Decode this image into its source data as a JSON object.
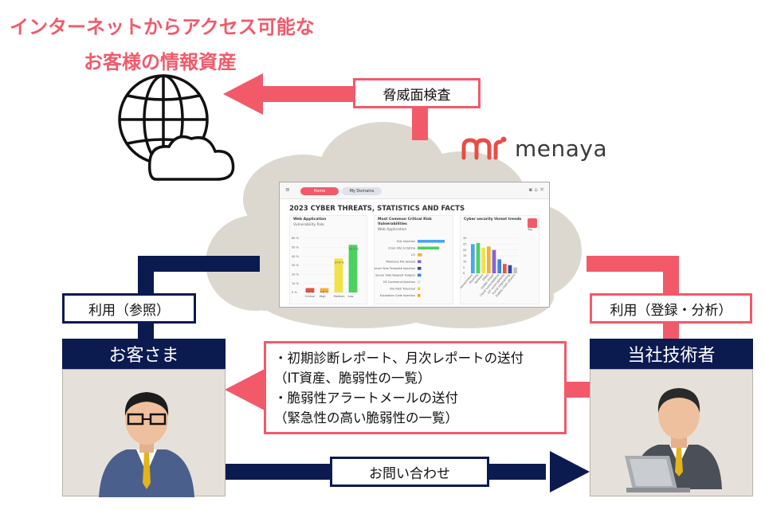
{
  "title_line1": "インターネットからアクセス可能な",
  "title_line2": "お客様の情報資産",
  "scan_label": "脅威面検査",
  "brand": {
    "name": "menaya",
    "colors": {
      "red": "#e84d45",
      "dark": "#3a3a3a"
    }
  },
  "left_usage_label": "利用（参照）",
  "right_usage_label": "利用（登録・分析）",
  "customer": {
    "label": "お客さま"
  },
  "engineer": {
    "label": "当社技術者"
  },
  "reports": [
    "・初期診断レポート、月次レポートの送付",
    "（IT資産、脆弱性の一覧）",
    "・脆弱性アラートメールの送付",
    "（緊急性の高い脆弱性の一覧）"
  ],
  "inquiry_label": "お問い合わせ",
  "colors": {
    "pink": "#f25a6a",
    "navy": "#0b1a4f",
    "cloud": "#ddd8cf",
    "person_bg": "#e5e1da"
  },
  "icons": {
    "globe": "globe-icon",
    "cloud": "cloud-icon",
    "customer": "businessman-glasses-icon",
    "engineer": "engineer-laptop-icon"
  },
  "screenshot": {
    "tabs": [
      "Home",
      "My Domains"
    ],
    "heading": "2023 CYBER THREATS, STATISTICS AND FACTS",
    "panel1": {
      "title": "Web Application",
      "subtitle": "Vulnerability Risk",
      "yticks": [
        "60 %",
        "50 %",
        "40 %",
        "30 %",
        "20 %",
        "10 %",
        "0 %"
      ],
      "chart_data": {
        "type": "bar",
        "categories": [
          "Critical",
          "High",
          "Medium",
          "Low"
        ],
        "values": [
          4.9,
          4.8,
          37.6,
          52.7
        ],
        "value_labels": [
          "4.9 %",
          "4.8 %",
          "37.6 %",
          "52.7 %"
        ],
        "ylim": [
          0,
          60
        ]
      }
    },
    "panel2": {
      "title_lines": [
        "Most Common Critical Risk",
        "Vulnerabilities"
      ],
      "subtitle": "Web Application",
      "chart_data": {
        "type": "bar",
        "orientation": "horizontal",
        "categories": [
          "SQL Injection",
          "Cross Site Scripting",
          "LFI",
          "Malicious File Upload",
          "Server Side Template Injection",
          "Server Side Request Forgery",
          "OS Command Injection",
          "File Path Traversal",
          "Escalation Code Injection"
        ],
        "values": [
          30,
          24,
          5,
          4,
          4,
          4,
          3,
          3,
          3
        ]
      }
    },
    "panel3": {
      "title": "Cyber security threat trends",
      "top_label": "Top",
      "yticks": [
        "30",
        "25",
        "20",
        "15",
        "10",
        "5",
        "0"
      ],
      "chart_data": {
        "type": "bar",
        "categories": [
          "Ransomware",
          "Phishing",
          "Malware",
          "DDoS",
          "Insider threat",
          "Cloud vulnerabilities",
          "IoT vulnerabilities",
          "Social engineering",
          "Supply chain attacks"
        ],
        "values": [
          25,
          26,
          22,
          23,
          20,
          12,
          8,
          7,
          5
        ],
        "ylim": [
          0,
          30
        ]
      }
    }
  }
}
